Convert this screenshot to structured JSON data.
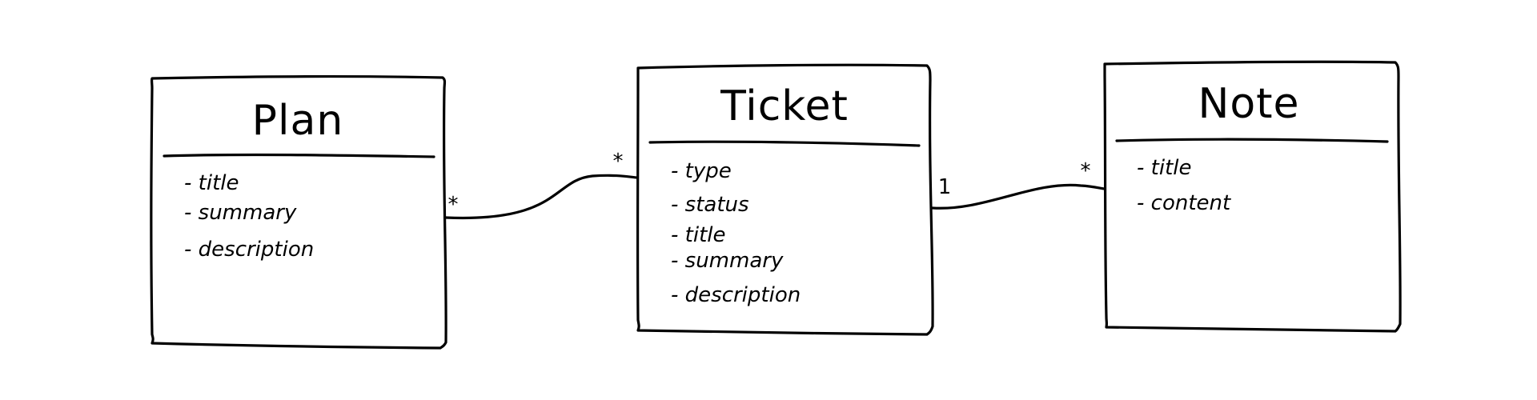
{
  "classes": [
    {
      "id": "plan",
      "name": "Plan",
      "attributes": [
        "- title",
        "- summary",
        "- description"
      ]
    },
    {
      "id": "ticket",
      "name": "Ticket",
      "attributes": [
        "- type",
        "- status",
        "- title",
        "- summary",
        "- description"
      ]
    },
    {
      "id": "note",
      "name": "Note",
      "attributes": [
        "- title",
        "- content"
      ]
    }
  ],
  "associations": [
    {
      "from": "Plan",
      "to": "Ticket",
      "from_multiplicity": "*",
      "to_multiplicity": "*"
    },
    {
      "from": "Ticket",
      "to": "Note",
      "from_multiplicity": "1",
      "to_multiplicity": "*"
    }
  ]
}
